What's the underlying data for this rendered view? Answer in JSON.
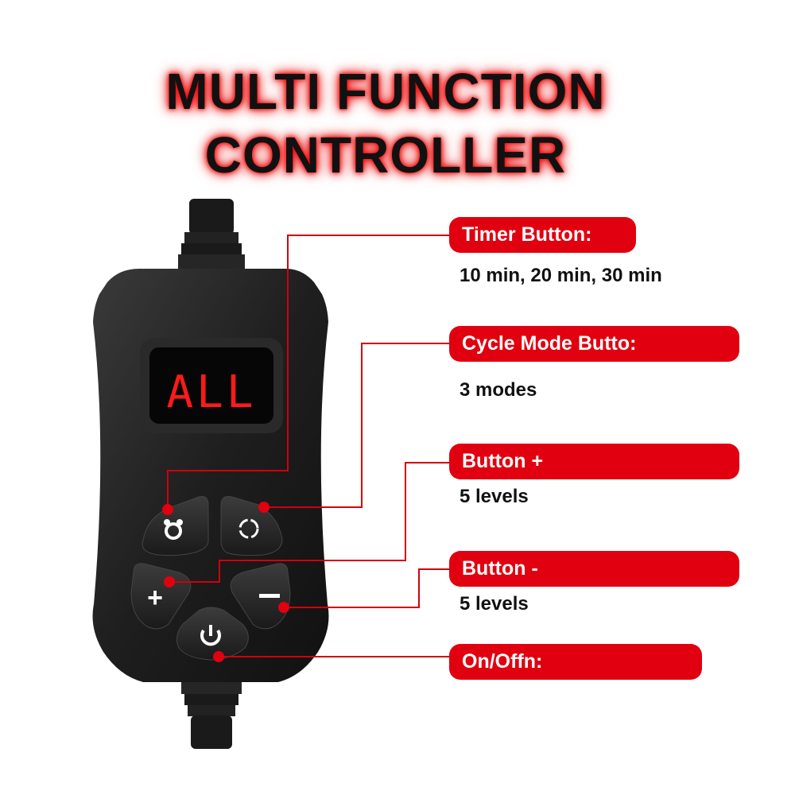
{
  "title": {
    "line1": "MULTI FUNCTION",
    "line2": "CONTROLLER"
  },
  "display": {
    "text": "ALL",
    "color": "#ff1a1a"
  },
  "callouts": [
    {
      "label": "Timer Button:",
      "desc": "10 min, 20 min, 30 min"
    },
    {
      "label": "Cycle Mode Butto:",
      "desc": "3 modes"
    },
    {
      "label": "Button +",
      "desc": "5 levels"
    },
    {
      "label": "Button -",
      "desc": "5 levels"
    },
    {
      "label": "On/Offn:"
    }
  ],
  "colors": {
    "accent": "#e1000f",
    "device": "#1c1c1c"
  }
}
